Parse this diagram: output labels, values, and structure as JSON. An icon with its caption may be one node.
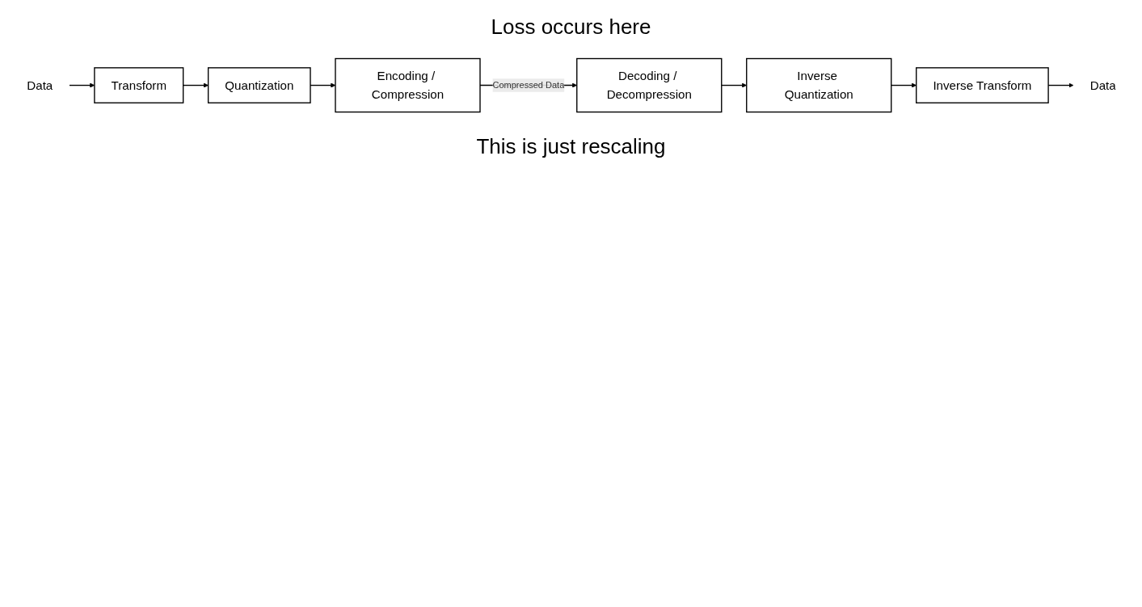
{
  "diagram": {
    "nodes": [
      {
        "text": [
          "Data"
        ]
      },
      {
        "text": [
          "Transform"
        ]
      },
      {
        "text": [
          "Quantization"
        ]
      },
      {
        "text": [
          "Encoding / Compression"
        ]
      },
      {
        "text": [
          "Decoding / Decompression"
        ]
      },
      {
        "text": [
          "Inverse Quantization"
        ]
      },
      {
        "text": [
          "Inverse Transform"
        ]
      },
      {
        "text": [
          "Data"
        ]
      }
    ],
    "edges": [
      {
        "from": 0,
        "to": 1,
        "arrow": "to"
      },
      {
        "from": 1,
        "to": 2,
        "arrow": "to"
      },
      {
        "from": 2,
        "to": 3,
        "arrow": "to"
      },
      {
        "from": 3,
        "to": 4,
        "arrow": "to",
        "label": "Compressed Data"
      },
      {
        "from": 4,
        "to": 5,
        "arrow": "to"
      },
      {
        "from": 5,
        "to": 6,
        "arrow": "to"
      },
      {
        "from": 6,
        "to": 7,
        "arrow": "to"
      }
    ],
    "labels": [
      "Loss occurs here",
      "This is just rescaling"
    ]
  }
}
